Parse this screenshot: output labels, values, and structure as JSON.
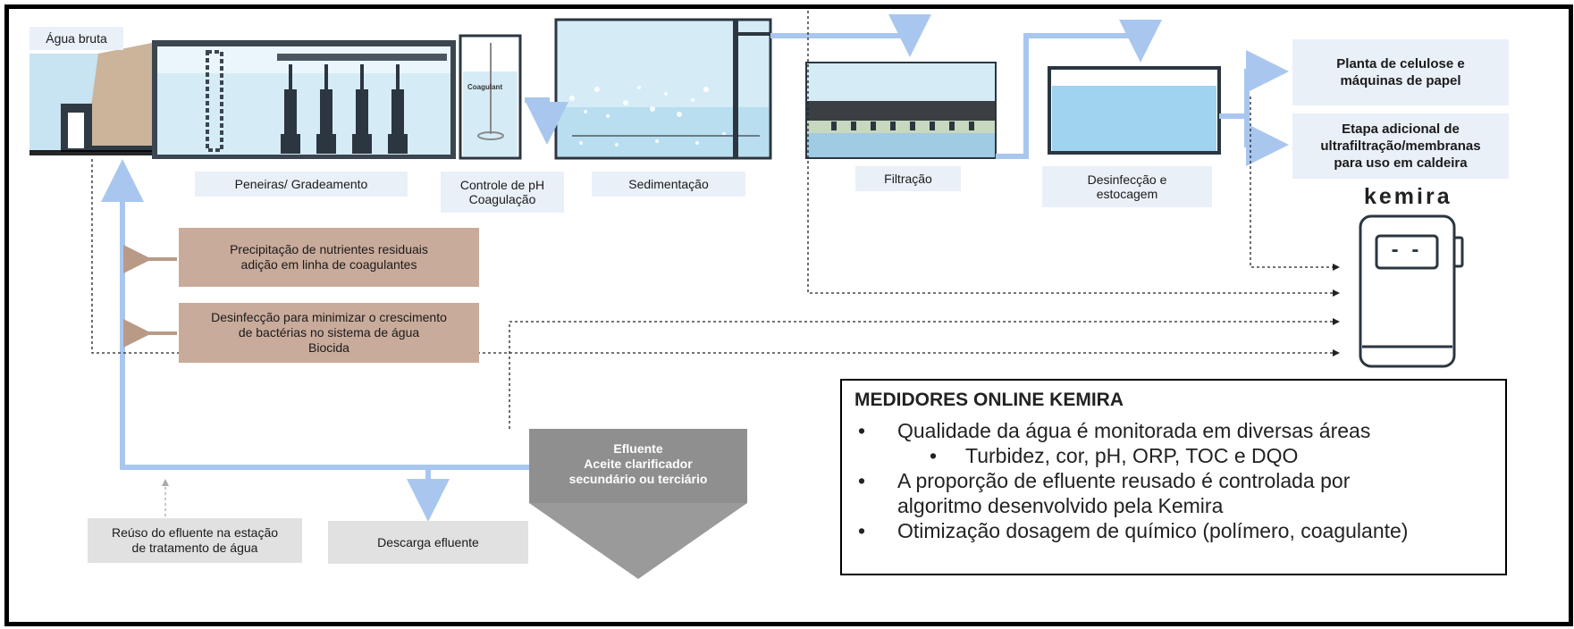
{
  "labels": {
    "agua_bruta": "Água bruta",
    "peneiras": "Peneiras/ Gradeamento",
    "controle_ph_1": "Controle de pH",
    "controle_ph_2": "Coagulação",
    "sedimentacao": "Sedimentação",
    "filtracao": "Filtração",
    "desinfeccao_1": "Desinfecção e",
    "desinfeccao_2": "estocagem",
    "coagulant": "Coagulant"
  },
  "outputs": {
    "planta_1": "Planta de celulose e",
    "planta_2": "máquinas de papel",
    "etapa_1": "Etapa adicional de",
    "etapa_2": "ultrafiltração/membranas",
    "etapa_3": "para uso em caldeira"
  },
  "treatments": {
    "precipitacao_1": "Precipitação de nutrientes residuais",
    "precipitacao_2": "adição em linha de coagulantes",
    "desinfeccao_1": "Desinfecção para minimizar o crescimento",
    "desinfeccao_2": "de bactérias no sistema de água",
    "desinfeccao_3": "Biocida"
  },
  "effluent": {
    "line1": "Efluente",
    "line2": "Aceite clarificador",
    "line3": "secundário ou terciário",
    "reuso_1": "Reúso do efluente na estação",
    "reuso_2": "de tratamento de água",
    "descarga": "Descarga efluente"
  },
  "brand": {
    "logo": "kemira",
    "display": "- -"
  },
  "info": {
    "title": "MEDIDORES ONLINE KEMIRA",
    "bullet_char": "•",
    "item1": "Qualidade da água é monitorada em diversas áreas",
    "item1_sub": "Turbidez, cor, pH, ORP, TOC e DQO",
    "item2_line1": "A proporção de efluente reusado é controlada por",
    "item2_line2": "algoritmo desenvolvido pela Kemira",
    "item3": "Otimização dosagem de químico (polímero, coagulante)"
  },
  "colors": {
    "flow_arrow": "#a9c7ee",
    "treatment_box": "#c9ab9b",
    "label_bg": "#eaf0f8",
    "grey_box": "#e1e1e1",
    "effluent_tank": "#8f8f8f",
    "water": "#bfe0f1"
  }
}
